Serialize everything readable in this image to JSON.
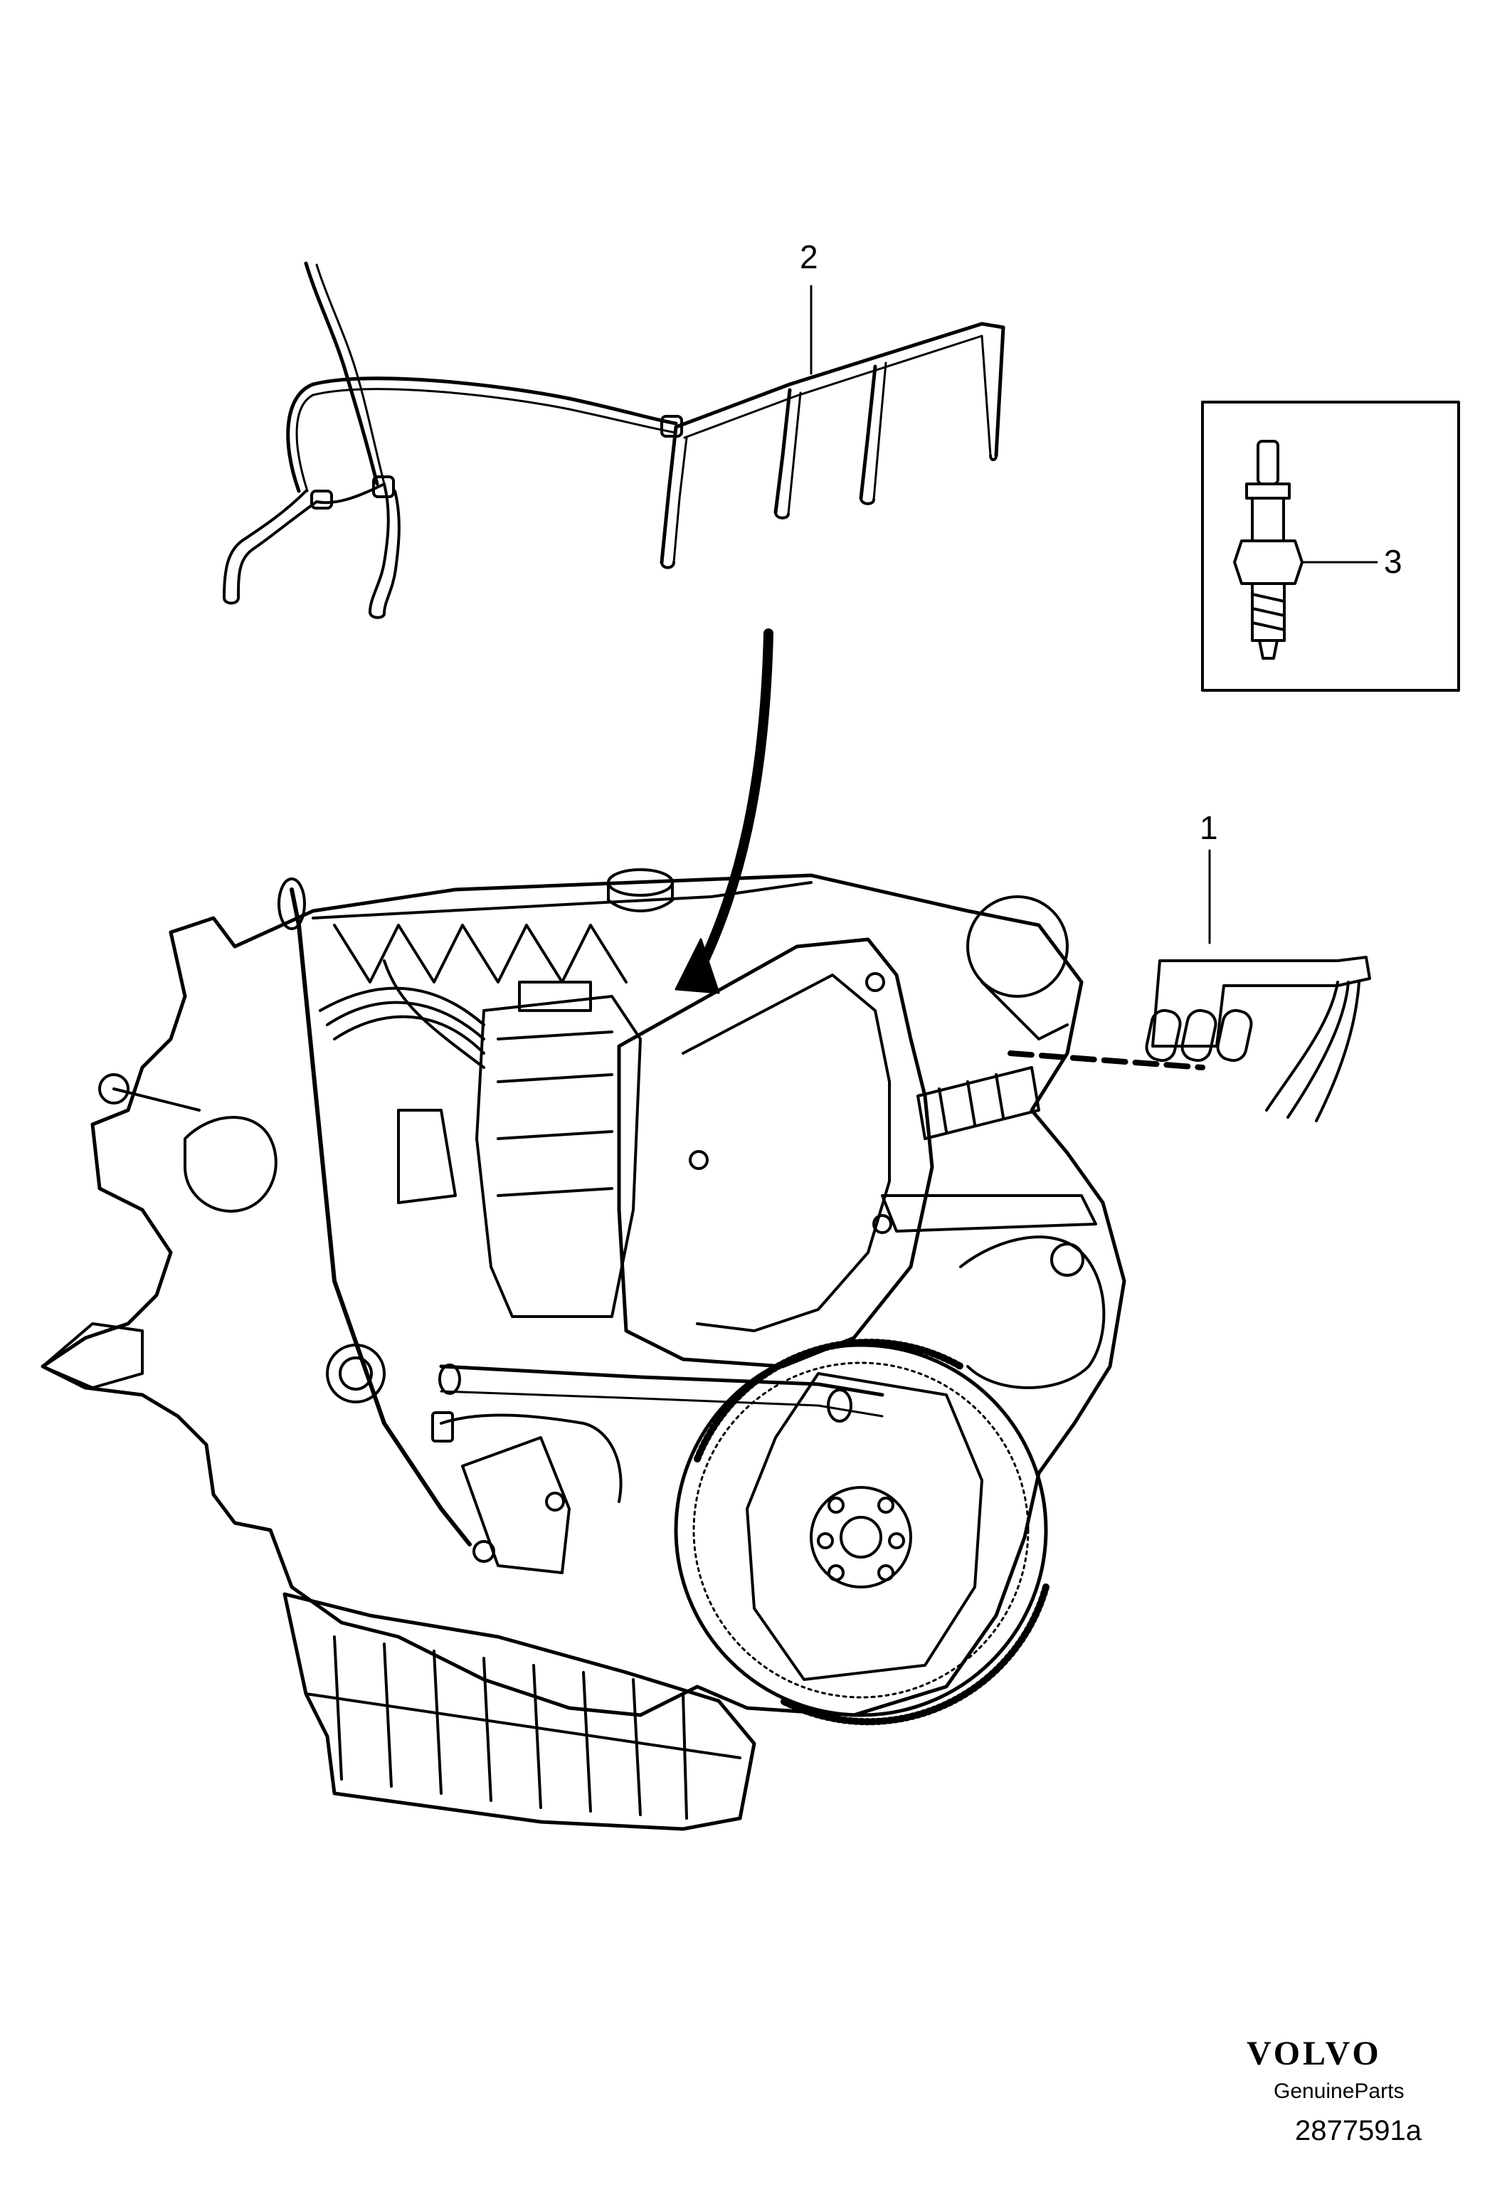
{
  "callouts": {
    "c1": "1",
    "c2": "2",
    "c3": "3"
  },
  "branding": {
    "brand": "VOLVO",
    "subtitle": "GenuineParts"
  },
  "reference_number": "2877591a",
  "colors": {
    "line": "#000000",
    "background": "#ffffff"
  }
}
